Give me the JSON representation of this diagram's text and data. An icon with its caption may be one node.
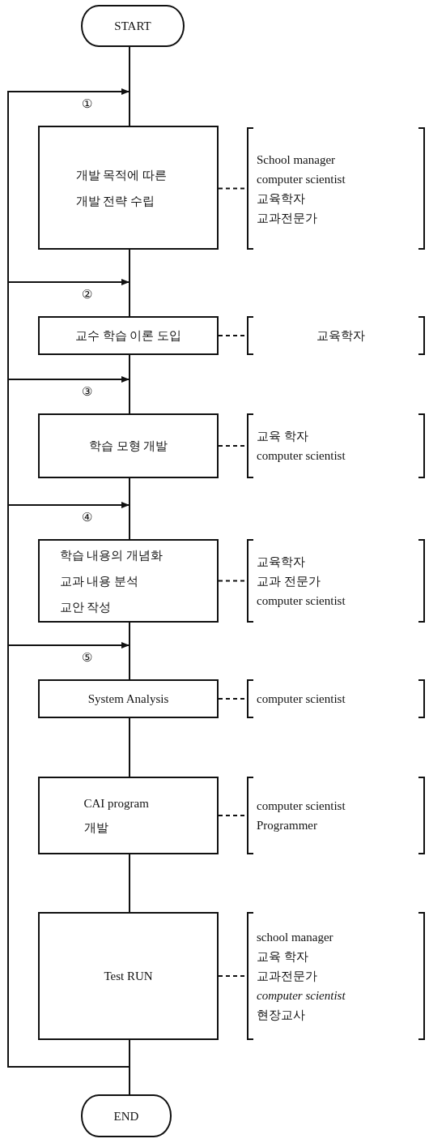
{
  "diagram": {
    "nodes": [
      {
        "text": [
          "START"
        ]
      },
      {
        "text": [
          "개발 목적에 따른 개발 전략 수립"
        ]
      },
      {
        "text": [
          "School manager",
          "computer scientist",
          "교육학자",
          "교과전문가"
        ]
      },
      {
        "text": [
          "교수 학습 이론 도입"
        ]
      },
      {
        "text": [
          "교육학자"
        ]
      },
      {
        "text": [
          "학습 모형 개발"
        ]
      },
      {
        "text": [
          "교육 학자",
          "computer scientist"
        ]
      },
      {
        "text": [
          "학습 내용의 개념화",
          "교과 내용 분석",
          "교안 작성"
        ]
      },
      {
        "text": [
          "교육학자",
          "교과 전문가",
          "computer scientist"
        ]
      },
      {
        "text": [
          "System Analysis"
        ]
      },
      {
        "text": [
          "computer scientist"
        ]
      },
      {
        "text": [
          "CAI program 개발"
        ]
      },
      {
        "text": [
          "computer scientist",
          "Programmer"
        ]
      },
      {
        "text": [
          "Test RUN"
        ]
      },
      {
        "text": [
          "school manager",
          "교육 학자",
          "교과전문가",
          "computer scientist",
          "현장교사"
        ]
      },
      {
        "text": [
          "END"
        ]
      }
    ],
    "edges": [
      {
        "from": 0,
        "to": 1,
        "arrow": "none"
      },
      {
        "from": 1,
        "to": 3,
        "arrow": "none"
      },
      {
        "from": 3,
        "to": 5,
        "arrow": "none"
      },
      {
        "from": 5,
        "to": 7,
        "arrow": "none"
      },
      {
        "from": 7,
        "to": 9,
        "arrow": "none"
      },
      {
        "from": 9,
        "to": 11,
        "arrow": "none"
      },
      {
        "from": 11,
        "to": 13,
        "arrow": "none"
      },
      {
        "from": 13,
        "to": 15,
        "arrow": "none"
      },
      {
        "from": 1,
        "to": 2,
        "arrow": "none",
        "style": "dashed"
      },
      {
        "from": 3,
        "to": 4,
        "arrow": "none",
        "style": "dashed"
      },
      {
        "from": 5,
        "to": 6,
        "arrow": "none",
        "style": "dashed"
      },
      {
        "from": 7,
        "to": 8,
        "arrow": "none",
        "style": "dashed"
      },
      {
        "from": 9,
        "to": 10,
        "arrow": "none",
        "style": "dashed"
      },
      {
        "from": 11,
        "to": 12,
        "arrow": "none",
        "style": "dashed"
      },
      {
        "from": 13,
        "to": 14,
        "arrow": "none",
        "style": "dashed"
      },
      {
        "from": 13,
        "to": 1,
        "arrow": "to",
        "label": "①"
      },
      {
        "from": 13,
        "to": 3,
        "arrow": "to",
        "label": "②"
      },
      {
        "from": 13,
        "to": 5,
        "arrow": "to",
        "label": "③"
      },
      {
        "from": 13,
        "to": 7,
        "arrow": "to",
        "label": "④"
      },
      {
        "from": 13,
        "to": 9,
        "arrow": "to",
        "label": "⑤"
      }
    ]
  }
}
